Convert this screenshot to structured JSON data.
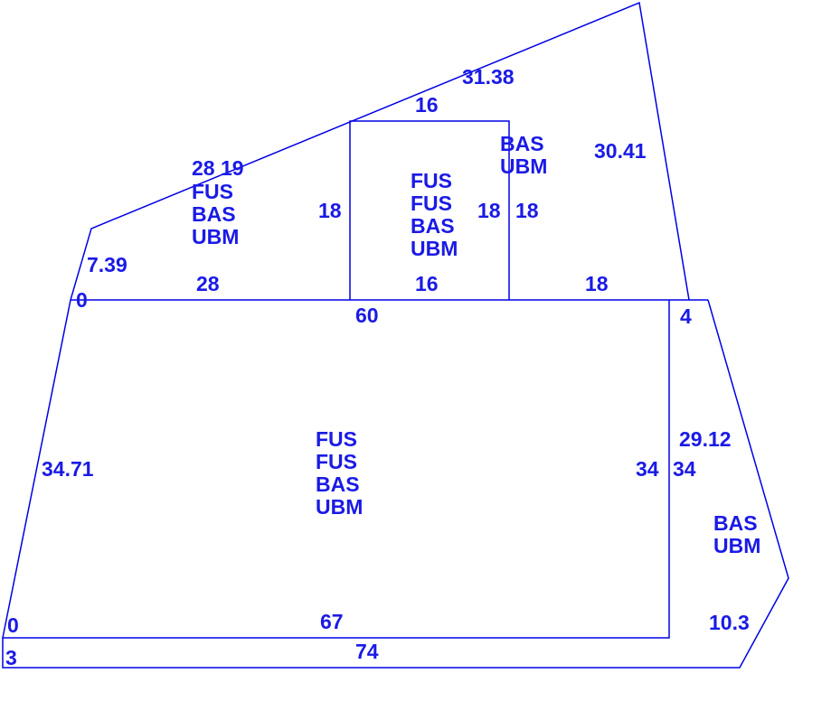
{
  "color": "#1a1ae6",
  "upper_section": {
    "dims": {
      "top_slope": "31.38",
      "right_slope": "30.41",
      "left_slope": "7.39",
      "bottom_left": "28",
      "bottom_mid": "16",
      "bottom_right": "18",
      "start": "0",
      "corner": "4",
      "overlap_dim": "28 19"
    },
    "left_area_labels": [
      "FUS",
      "BAS",
      "UBM"
    ],
    "right_area_labels": [
      "BAS",
      "UBM"
    ]
  },
  "inner_box": {
    "top": "16",
    "left": "18",
    "right_inner": "18",
    "right_outer": "18",
    "labels": [
      "FUS",
      "FUS",
      "BAS",
      "UBM"
    ]
  },
  "main_section": {
    "top": "60",
    "left": "34.71",
    "right_inner": "34",
    "right_outer": "34",
    "bottom": "67",
    "start": "0",
    "labels": [
      "FUS",
      "FUS",
      "BAS",
      "UBM"
    ]
  },
  "right_wing": {
    "slope": "29.12",
    "bottom_slope": "10.3",
    "labels": [
      "BAS",
      "UBM"
    ]
  },
  "bottom_strip": {
    "length": "74",
    "height": "3"
  }
}
